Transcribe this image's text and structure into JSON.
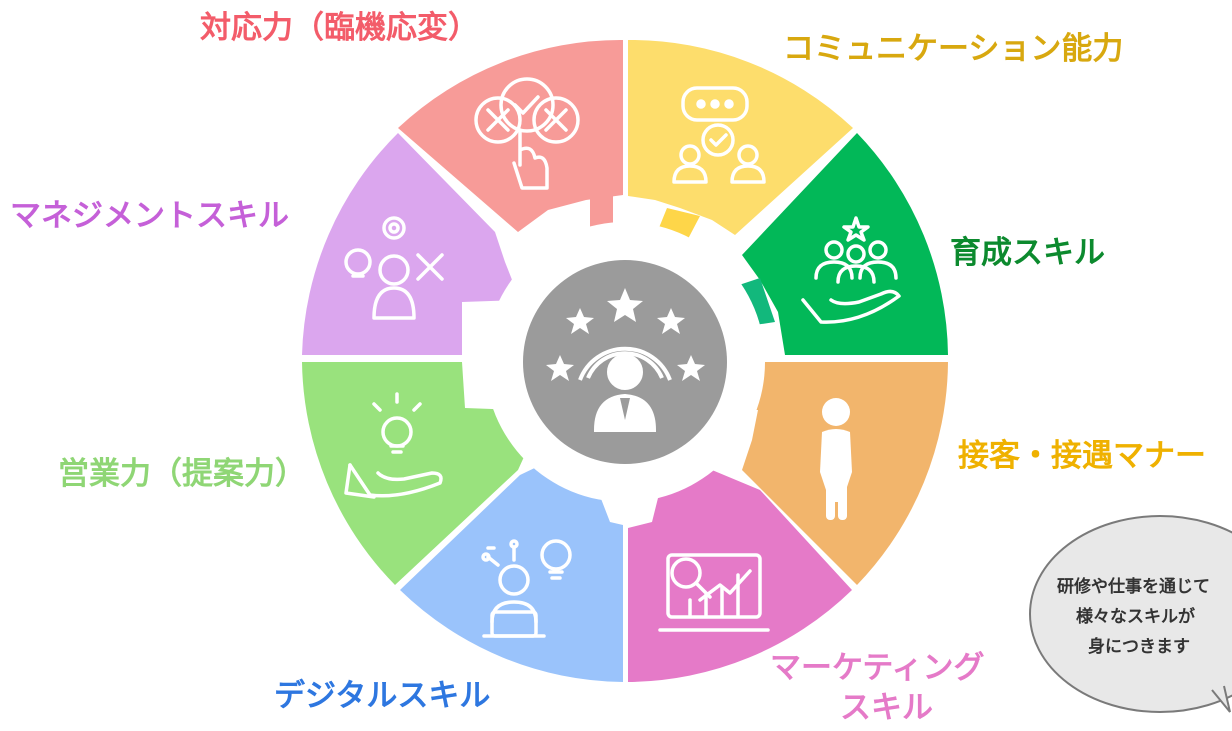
{
  "center": {
    "name": "person-stars-icon",
    "color": "#9b9b9b"
  },
  "segments": [
    {
      "id": "taiou",
      "label": "対応力（臨機応変）",
      "color": "#f79b98",
      "icon": "hand-choice-check-icon"
    },
    {
      "id": "communication",
      "label": "コミュニケーション能力",
      "color": "#fddd6c",
      "icon": "chat-people-icon"
    },
    {
      "id": "ikusei",
      "label": "育成スキル",
      "color": "#02b858",
      "icon": "hand-team-star-icon"
    },
    {
      "id": "sekkyaku",
      "label": "接客・接遇マナー",
      "color": "#f2b56c",
      "icon": "bowing-person-icon"
    },
    {
      "id": "marketing",
      "label": [
        "マーケティング",
        "スキル"
      ],
      "color": "#e57ac8",
      "icon": "analytics-monitor-icon"
    },
    {
      "id": "digital",
      "label": "デジタルスキル",
      "color": "#9ac3fb",
      "icon": "person-laptop-idea-icon"
    },
    {
      "id": "eigyou",
      "label": "営業力（提案力）",
      "color": "#99e27d",
      "icon": "hand-lightbulb-icon"
    },
    {
      "id": "management",
      "label": "マネジメントスキル",
      "color": "#dba6ee",
      "icon": "person-gear-tools-icon"
    }
  ],
  "label_colors": {
    "taiou": "#f35c6a",
    "communication": "#d8a80f",
    "ikusei": "#0c8a2e",
    "sekkyaku": "#efb100",
    "marketing": "#e57ac8",
    "digital": "#2e77e0",
    "eigyou": "#8fd675",
    "management": "#c560d8"
  },
  "speech_bubble": {
    "lines": [
      "研修や仕事を通じて",
      "様々なスキルが",
      "身につきます"
    ],
    "fill": "#e8e8e8"
  }
}
